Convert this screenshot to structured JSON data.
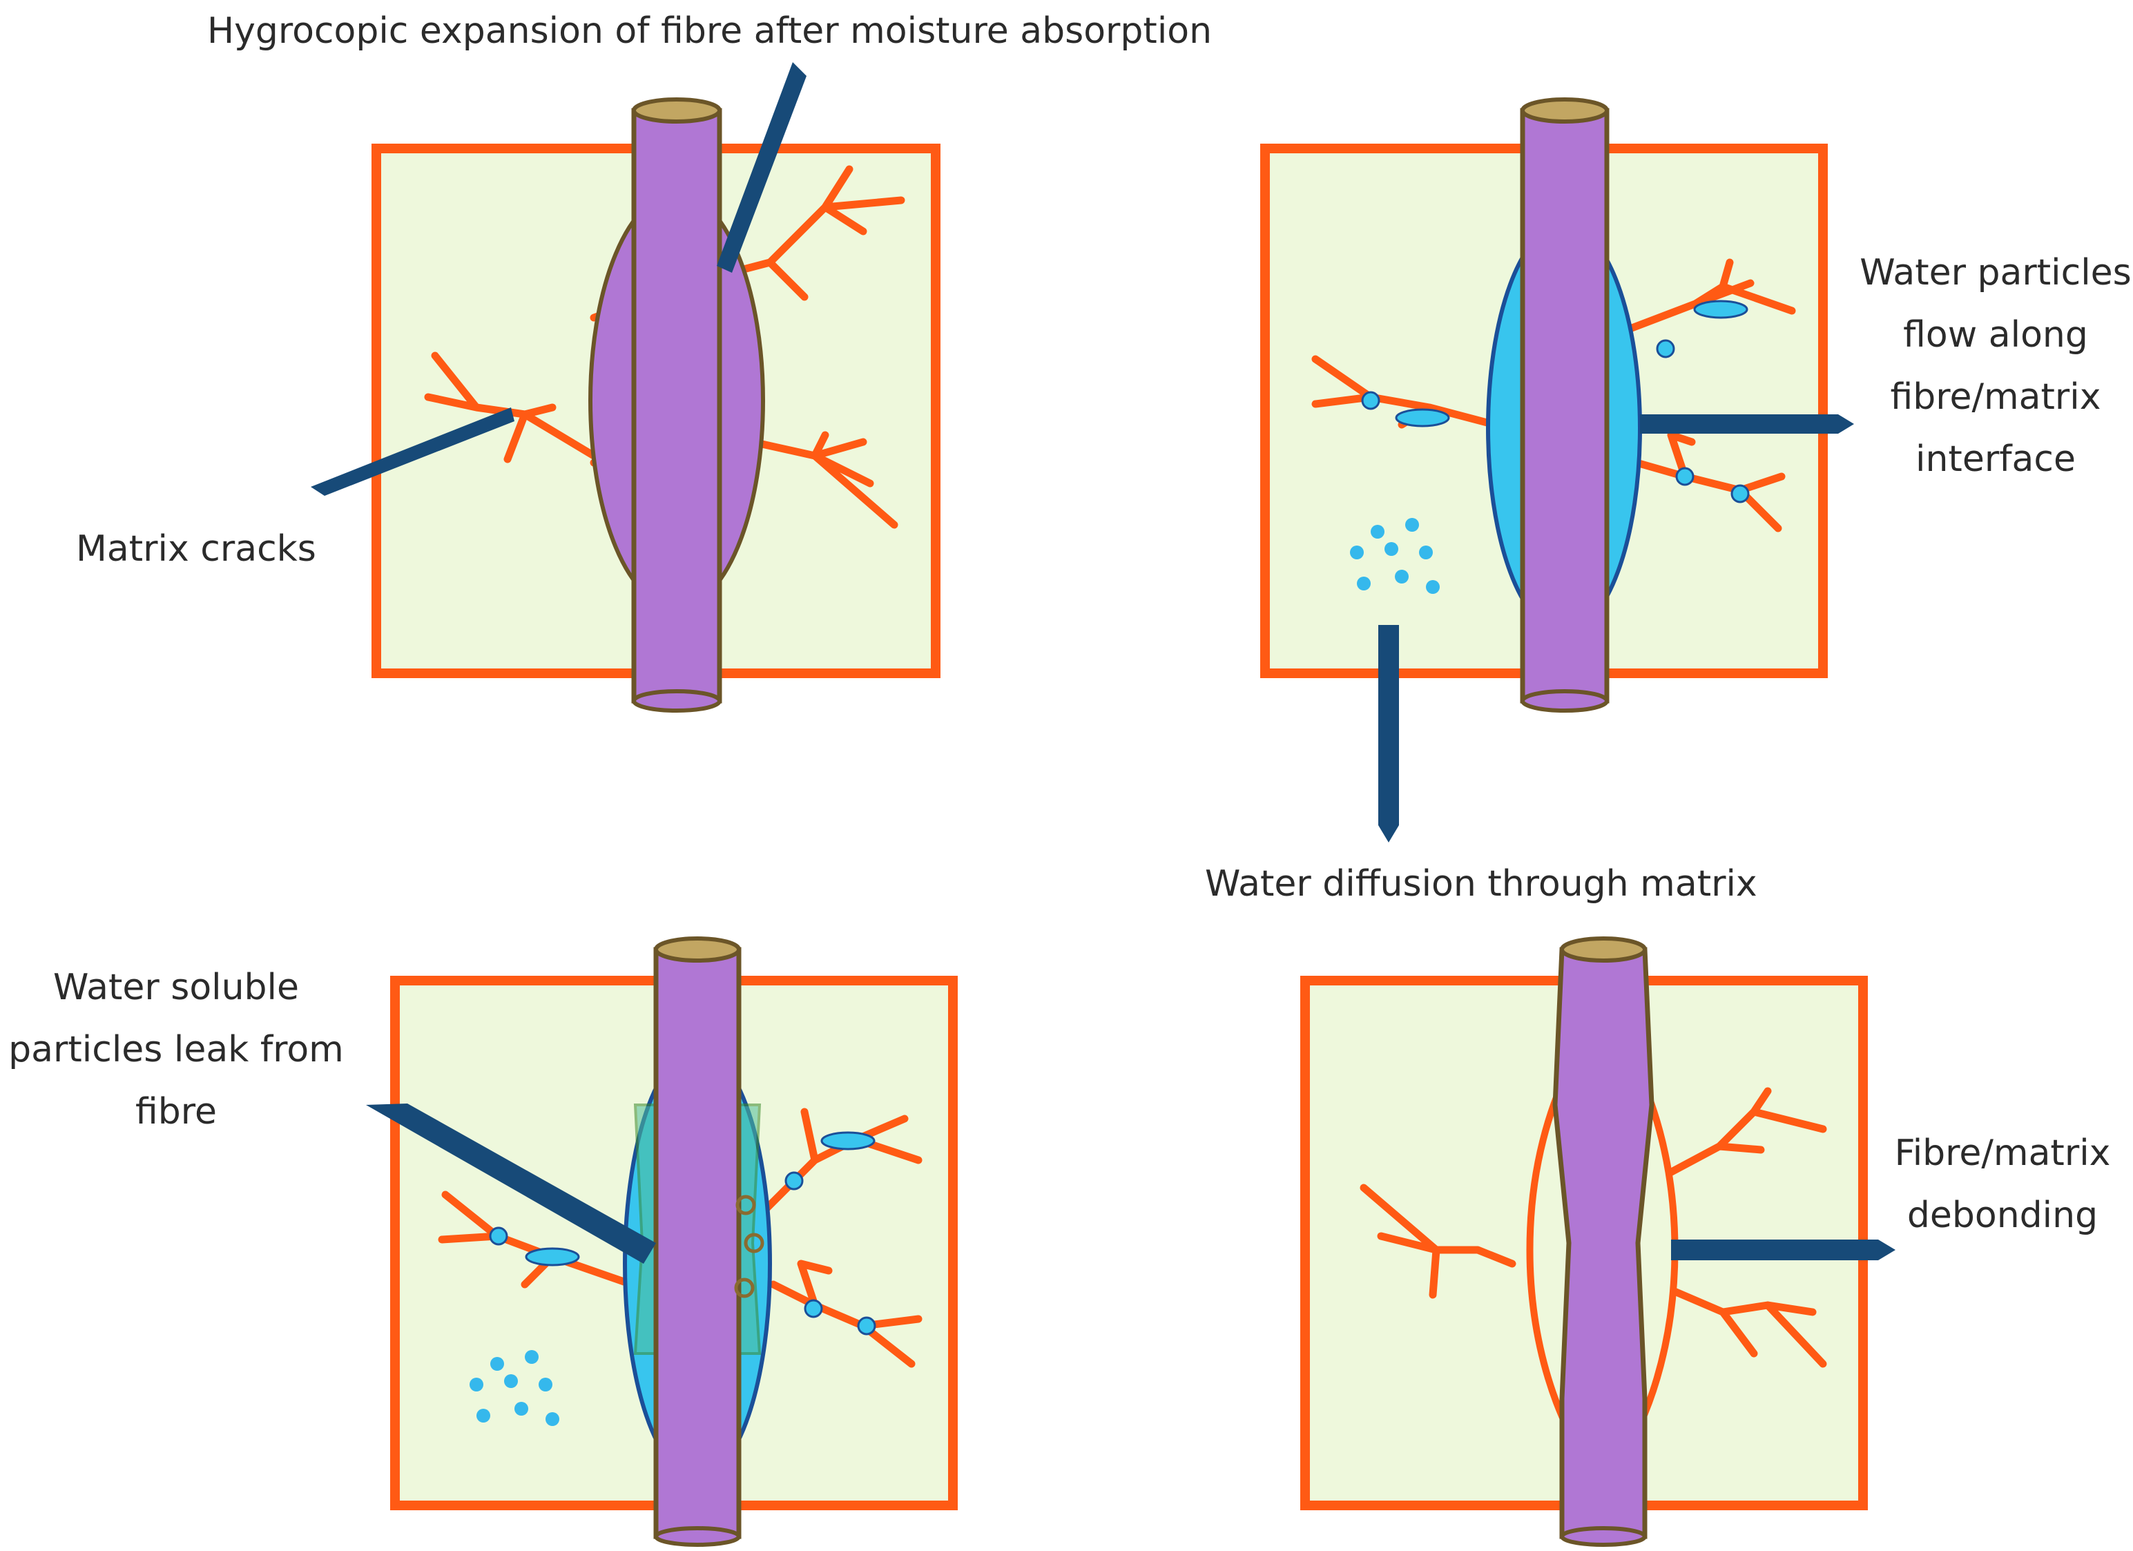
{
  "labels": {
    "hygroscopic_expansion": "Hygrocopic expansion of fibre after moisture absorption",
    "matrix_cracks": "Matrix cracks",
    "water_particles_flow": [
      "Water particles",
      "flow along",
      "fibre/matrix",
      "interface"
    ],
    "water_diffusion": "Water diffusion through matrix",
    "water_soluble_leak": [
      "Water soluble",
      "particles leak from",
      "fibre"
    ],
    "debonding": [
      "Fibre/matrix",
      "debonding"
    ]
  },
  "colors": {
    "background": "#ffffff",
    "matrix_fill": "#eef8dc",
    "matrix_border": "#ff5a14",
    "crack": "#ff5a14",
    "fibre": "#b077d4",
    "fibre_edge": "#6b5528",
    "fibre_cap": "#c2a662",
    "swell_halo": "#b077d4",
    "water_halo": "#38c5ee",
    "halo_edge": "#1b4f98",
    "water_droplet": "#35b8ec",
    "arrow": "#174a78",
    "text": "#2b2b2b"
  }
}
